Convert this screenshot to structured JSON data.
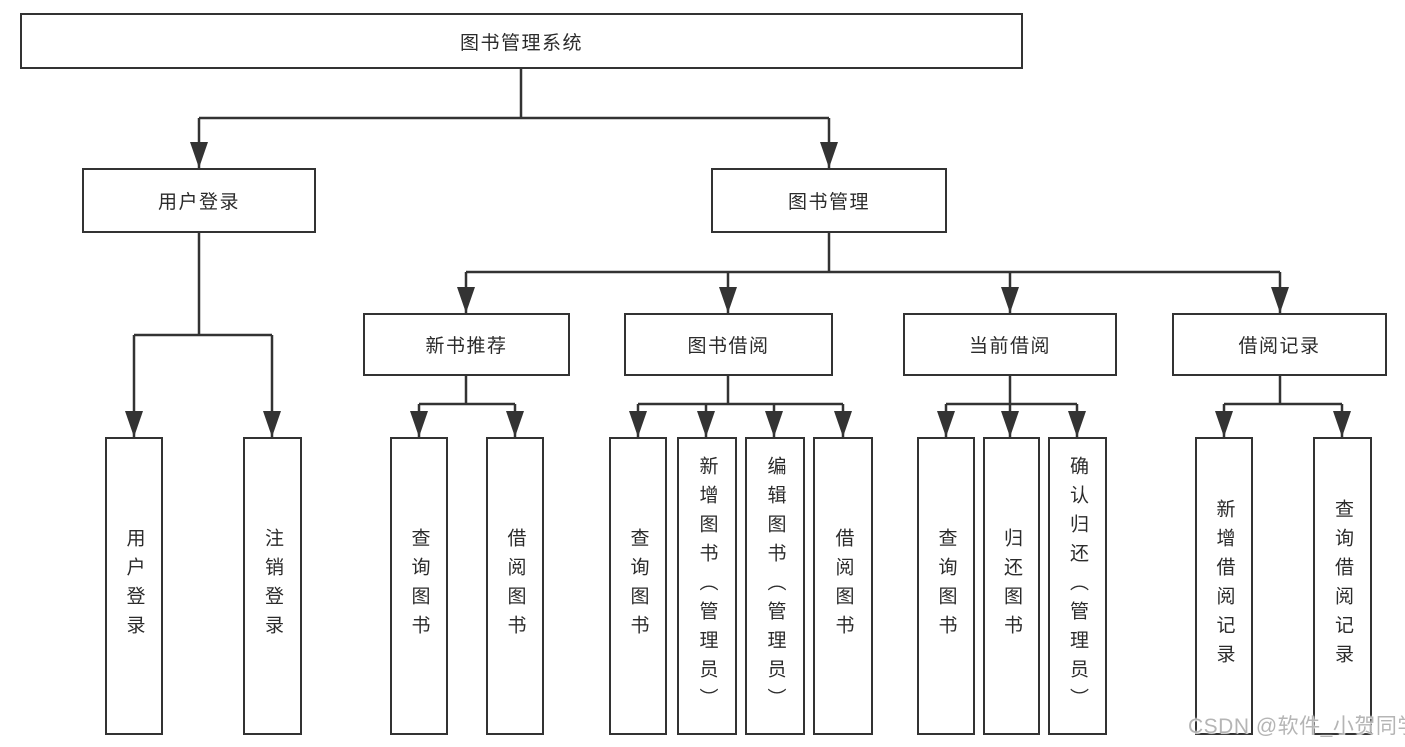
{
  "nodes": {
    "root": {
      "label": "图书管理系统"
    },
    "level2": [
      {
        "label": "用户登录"
      },
      {
        "label": "图书管理"
      }
    ],
    "level3": [
      {
        "label": "新书推荐",
        "parent": "图书管理"
      },
      {
        "label": "图书借阅",
        "parent": "图书管理"
      },
      {
        "label": "当前借阅",
        "parent": "图书管理"
      },
      {
        "label": "借阅记录",
        "parent": "图书管理"
      }
    ],
    "leaves": [
      {
        "label": "用户登录",
        "parent": "用户登录"
      },
      {
        "label": "注销登录",
        "parent": "用户登录"
      },
      {
        "label": "查询图书",
        "parent": "新书推荐"
      },
      {
        "label": "借阅图书",
        "parent": "新书推荐"
      },
      {
        "label": "查询图书",
        "parent": "图书借阅"
      },
      {
        "label": "新增图书（管理员）",
        "parent": "图书借阅"
      },
      {
        "label": "编辑图书（管理员）",
        "parent": "图书借阅"
      },
      {
        "label": "借阅图书",
        "parent": "图书借阅"
      },
      {
        "label": "查询图书",
        "parent": "当前借阅"
      },
      {
        "label": "归还图书",
        "parent": "当前借阅"
      },
      {
        "label": "确认归还（管理员）",
        "parent": "当前借阅"
      },
      {
        "label": "新增借阅记录",
        "parent": "借阅记录"
      },
      {
        "label": "查询借阅记录",
        "parent": "借阅记录"
      }
    ]
  },
  "watermark": {
    "text": "CSDN @软件_小贺同学"
  },
  "colors": {
    "line": "#333333",
    "box_border": "#333333",
    "box_background": "#ffffff",
    "text": "#2b2b2b",
    "watermark": "#b5b5b5",
    "background": "#ffffff"
  }
}
